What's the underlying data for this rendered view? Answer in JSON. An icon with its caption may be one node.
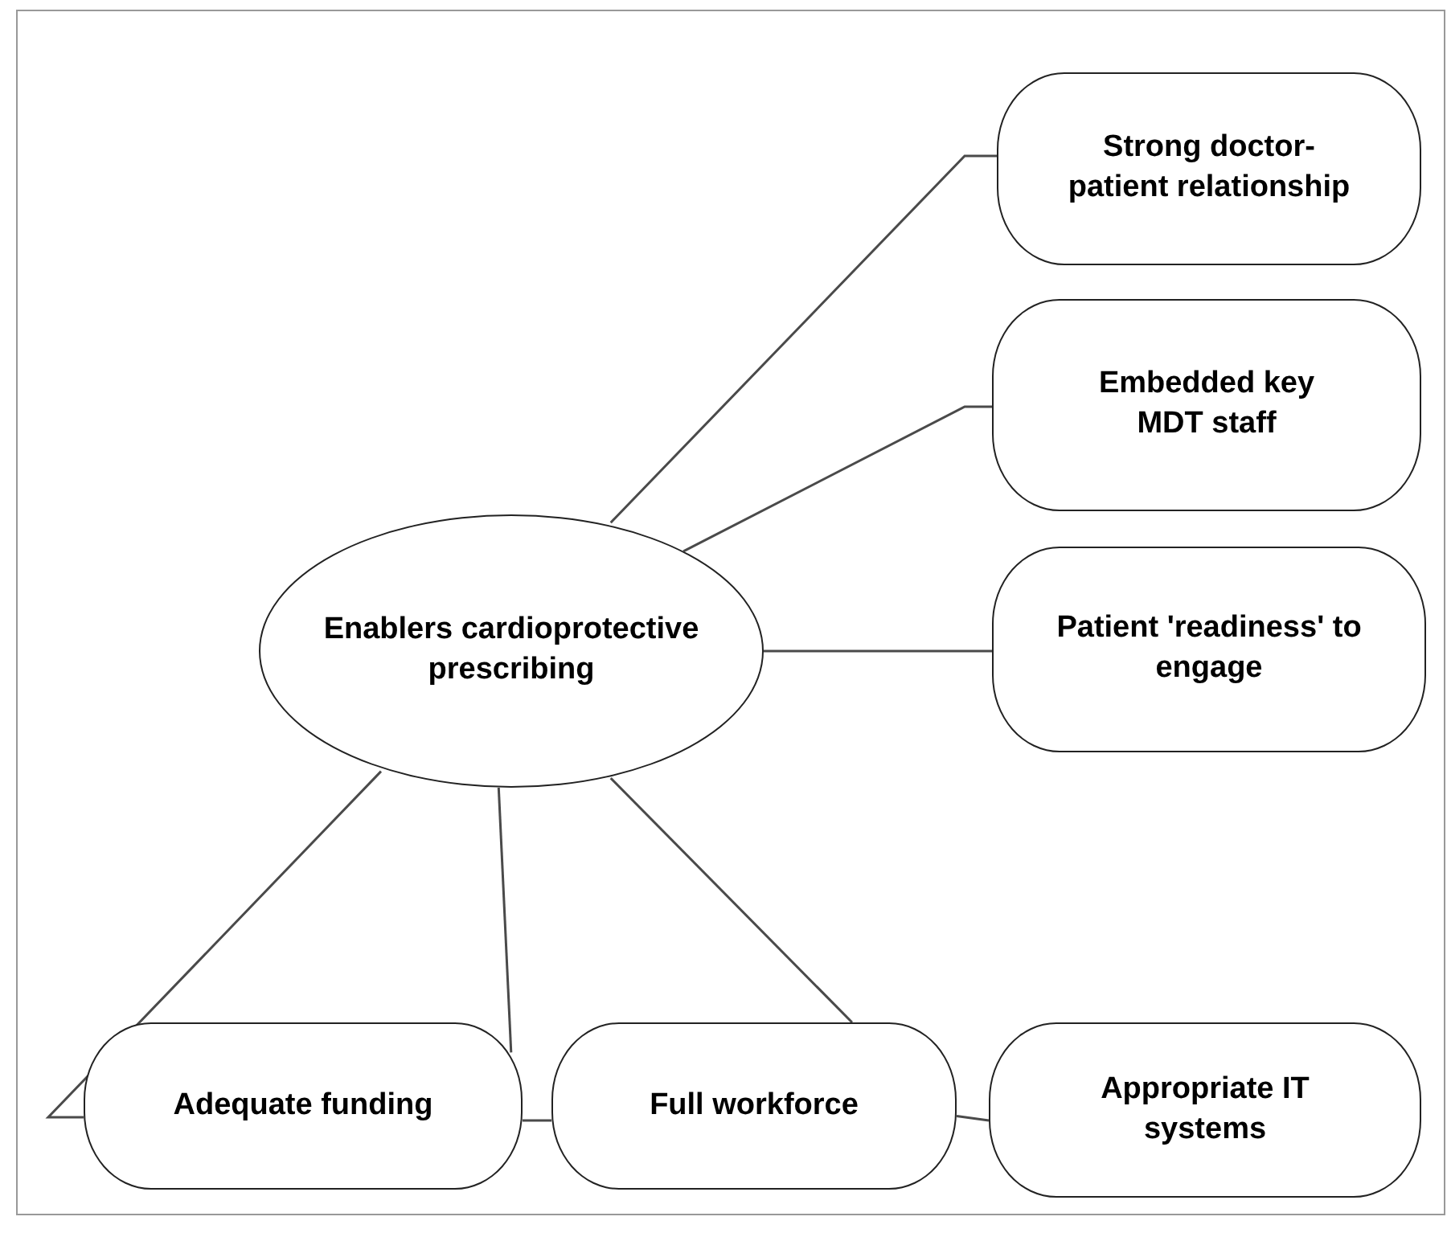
{
  "diagram": {
    "nodes": [
      {
        "text": [
          "Enablers cardioprotective prescribing"
        ]
      },
      {
        "text": [
          "Strong doctor-patient relationship"
        ]
      },
      {
        "text": [
          "Embedded key MDT staff"
        ]
      },
      {
        "text": [
          "Patient 'readiness' to engage"
        ]
      },
      {
        "text": [
          "Adequate funding"
        ]
      },
      {
        "text": [
          "Full workforce"
        ]
      },
      {
        "text": [
          "Appropriate IT systems"
        ]
      }
    ],
    "edges": [
      {
        "from": 0,
        "to": 1,
        "arrow": "none"
      },
      {
        "from": 0,
        "to": 2,
        "arrow": "none"
      },
      {
        "from": 0,
        "to": 3,
        "arrow": "none"
      },
      {
        "from": 0,
        "to": 4,
        "arrow": "none"
      },
      {
        "from": 0,
        "to": 4,
        "arrow": "none"
      },
      {
        "from": 0,
        "to": 5,
        "arrow": "none"
      },
      {
        "from": 4,
        "to": 5,
        "arrow": "none"
      },
      {
        "from": 5,
        "to": 6,
        "arrow": "none"
      }
    ]
  }
}
